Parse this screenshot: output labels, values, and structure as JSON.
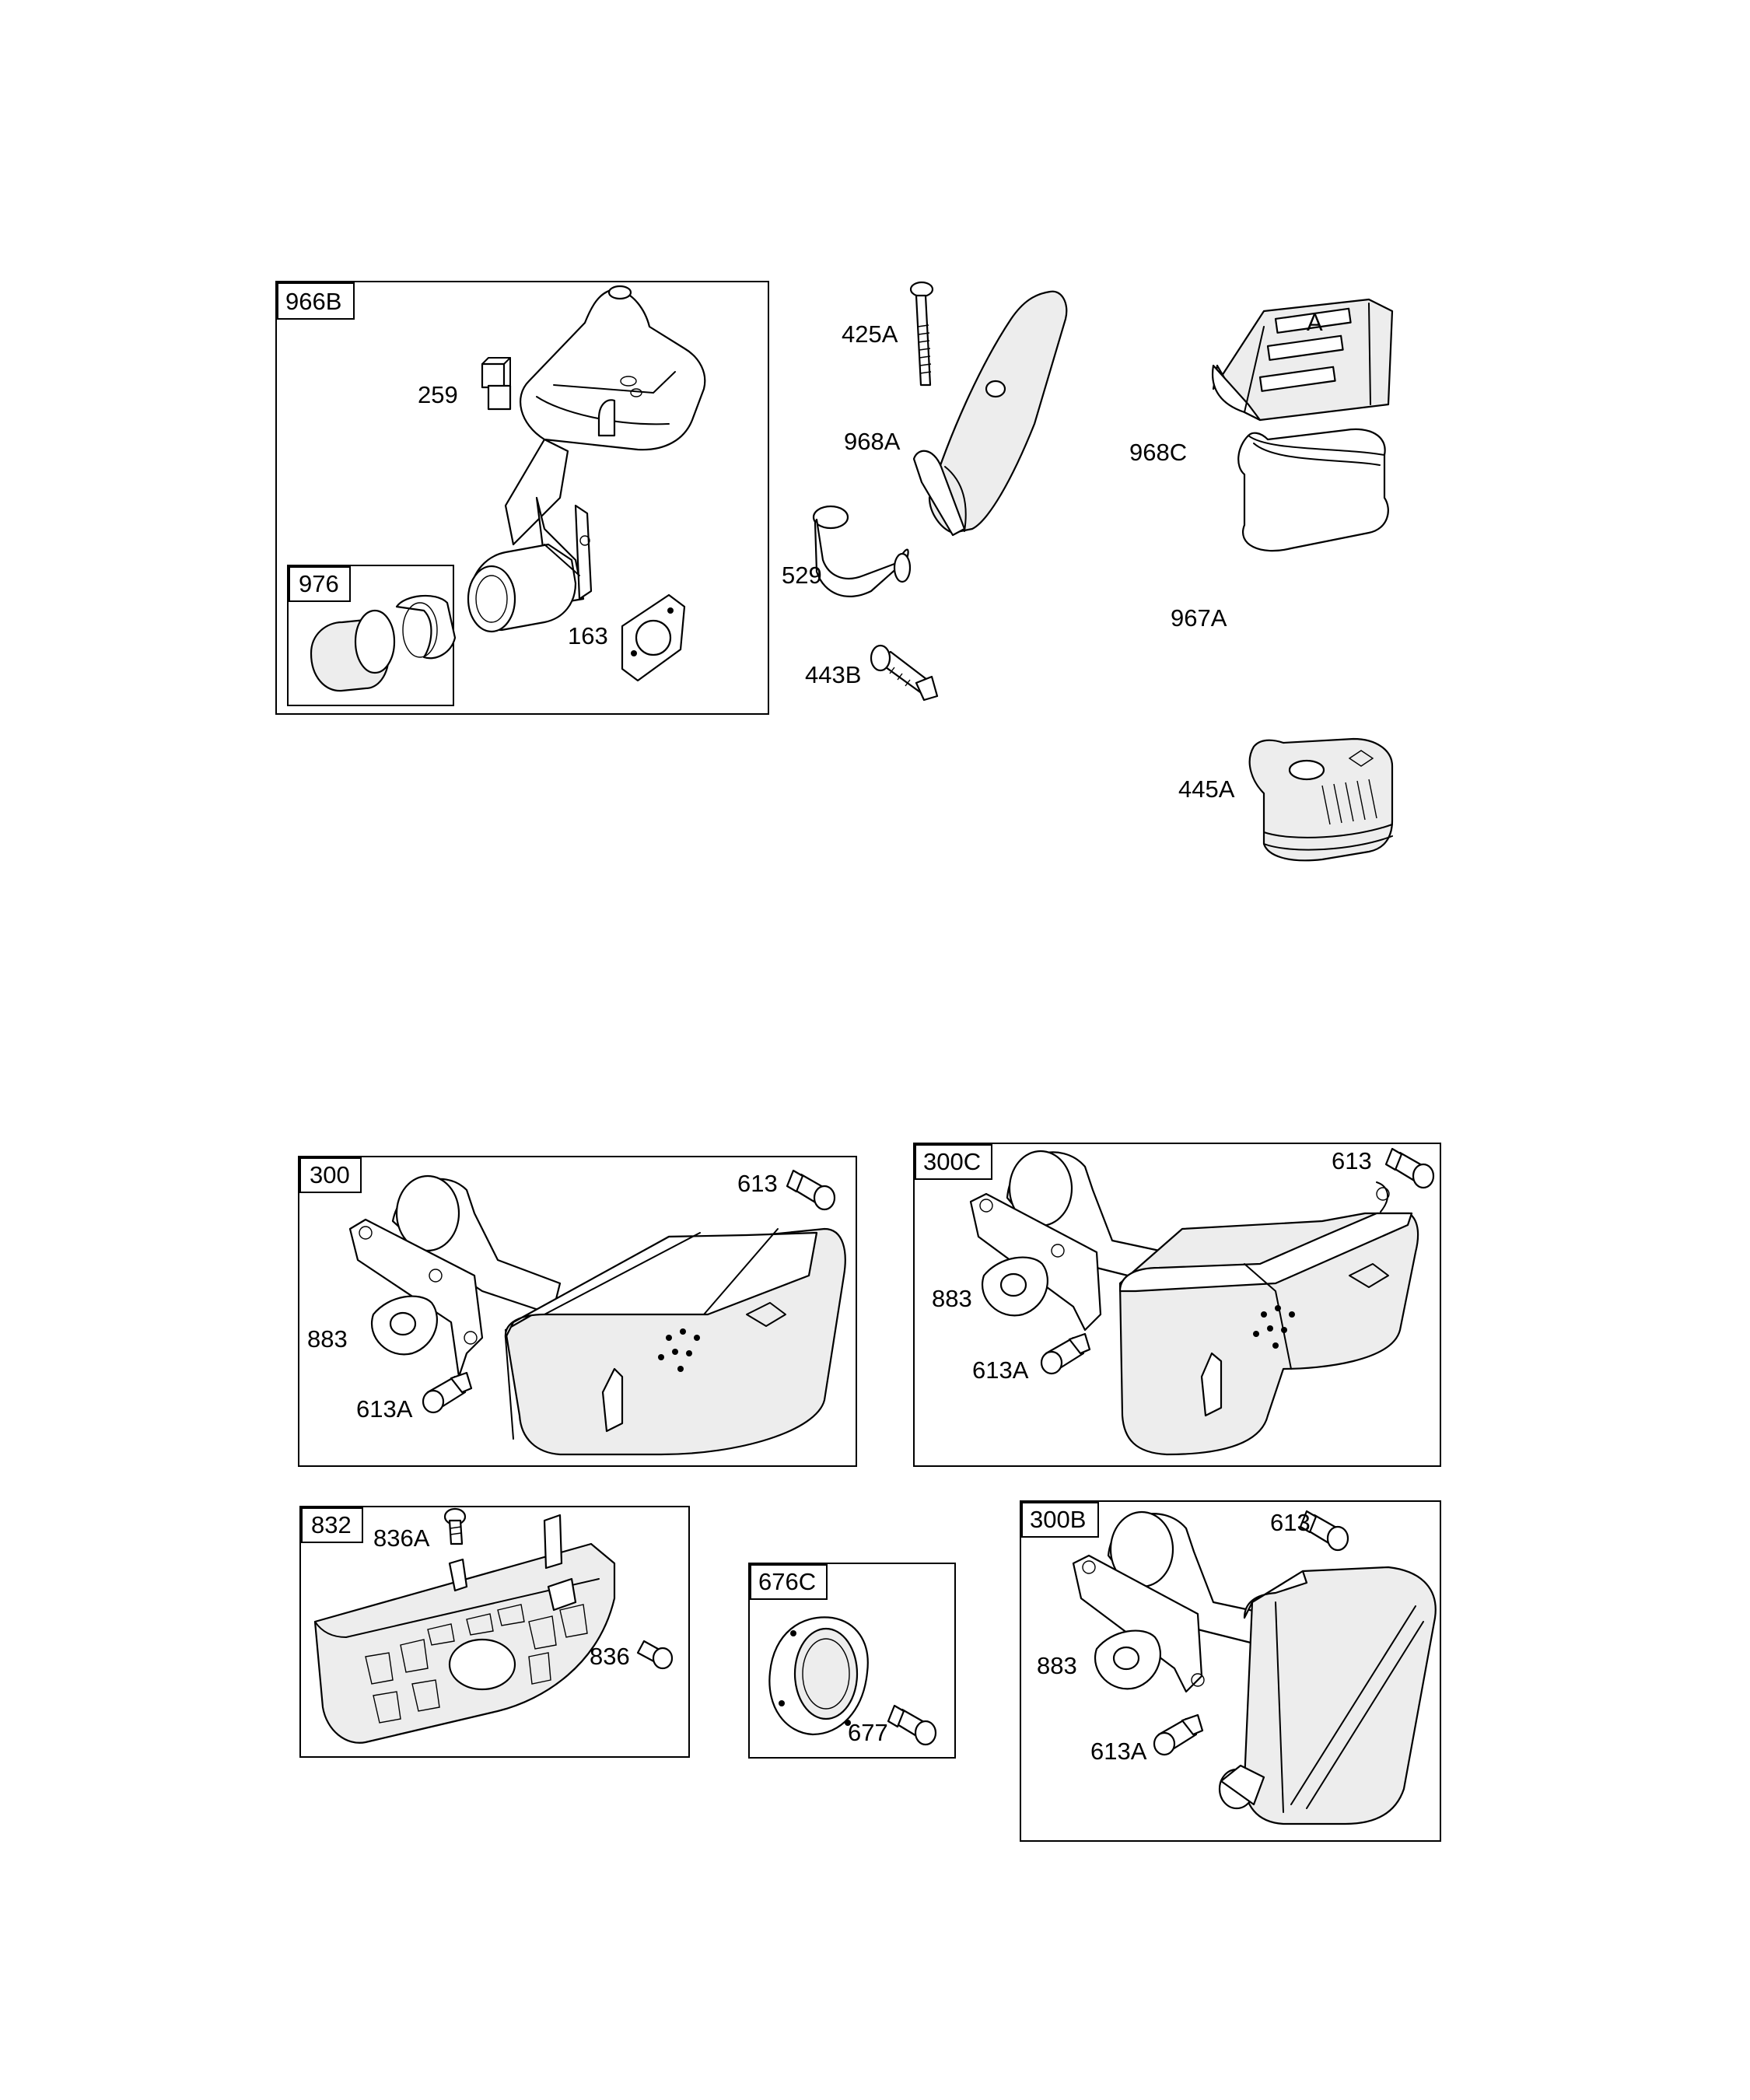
{
  "groups": {
    "g966B": "966B",
    "g976": "976",
    "g300": "300",
    "g300C": "300C",
    "g832": "832",
    "g676C": "676C",
    "g300B": "300B"
  },
  "parts": {
    "p259": "259",
    "p163": "163",
    "p425A": "425A",
    "p968A": "968A",
    "p529": "529",
    "p443B": "443B",
    "p968C": "968C",
    "p967A": "967A",
    "p445A": "445A",
    "p613_a": "613",
    "p883_a": "883",
    "p613A_a": "613A",
    "p613_b": "613",
    "p883_b": "883",
    "p613A_b": "613A",
    "p836A": "836A",
    "p836": "836",
    "p677": "677",
    "p613_c": "613",
    "p883_c": "883",
    "p613A_c": "613A"
  }
}
